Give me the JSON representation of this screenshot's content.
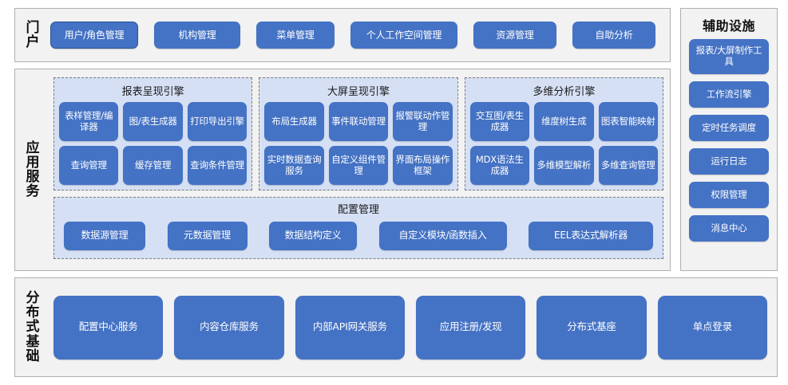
{
  "colors": {
    "node_blue": "#4472C4",
    "node_selected_border": "#2F5597",
    "group_light_blue": "#D6E0F5",
    "band_background": "#F2F2F2",
    "band_border": "#AFAFAF",
    "text_white": "#FFFFFF",
    "text_dark": "#111111"
  },
  "portal": {
    "label": "门户",
    "items": [
      {
        "label": "用户/角色管理",
        "selected": true
      },
      {
        "label": "机构管理",
        "selected": false
      },
      {
        "label": "菜单管理",
        "selected": false
      },
      {
        "label": "个人工作空间管理",
        "selected": false
      },
      {
        "label": "资源管理",
        "selected": false
      },
      {
        "label": "自助分析",
        "selected": false
      }
    ]
  },
  "app_services": {
    "label": "应用服务",
    "engines": [
      {
        "title": "报表呈现引擎",
        "items": [
          "表样管理/编译器",
          "图/表生成器",
          "打印导出引擎",
          "查询管理",
          "缓存管理",
          "查询条件管理"
        ]
      },
      {
        "title": "大屏呈现引擎",
        "items": [
          "布局生成器",
          "事件联动管理",
          "报警联动作管理",
          "实时数据查询服务",
          "自定义组件管理",
          "界面布局操作框架"
        ]
      },
      {
        "title": "多维分析引擎",
        "items": [
          "交互图/表生成器",
          "维度树生成",
          "图表智能映射",
          "MDX语法生成器",
          "多维模型解析",
          "多维查询管理"
        ]
      }
    ],
    "config": {
      "title": "配置管理",
      "items": [
        "数据源管理",
        "元数据管理",
        "数据结构定义",
        "自定义模块/函数插入",
        "EEL表达式解析器"
      ]
    }
  },
  "aux": {
    "title": "辅助设施",
    "items": [
      {
        "label": "报表/大屏制作工具",
        "tall": true
      },
      {
        "label": "工作流引擎",
        "tall": false
      },
      {
        "label": "定时任务调度",
        "tall": false
      },
      {
        "label": "运行日志",
        "tall": false
      },
      {
        "label": "权限管理",
        "tall": false
      },
      {
        "label": "消息中心",
        "tall": false
      }
    ]
  },
  "distributed": {
    "label": "分布式基础",
    "items": [
      "配置中心服务",
      "内容仓库服务",
      "内部API网关服务",
      "应用注册/发现",
      "分布式基座",
      "单点登录"
    ]
  }
}
